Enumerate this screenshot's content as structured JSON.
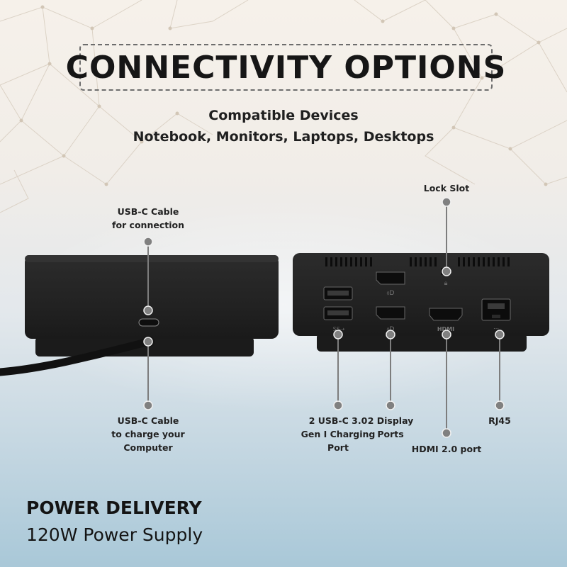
{
  "title": "CONNECTIVITY OPTIONS",
  "subtitle": {
    "line1": "Compatible Devices",
    "line2": "Notebook, Monitors, Laptops, Desktops"
  },
  "callouts": {
    "usbc_connection": [
      "USB-C Cable",
      "for connection"
    ],
    "usbc_charge": [
      "USB-C Cable",
      "to charge your",
      "Computer"
    ],
    "lock_slot": "Lock Slot",
    "usbc_ports": [
      "2 USB-C 3.0",
      "Gen I Charging",
      "Port"
    ],
    "display_ports": [
      "2 Display",
      "Ports"
    ],
    "hdmi": "HDMI 2.0 port",
    "rj45": "RJ45"
  },
  "port_markings": {
    "hdmi": "HDMI"
  },
  "power": {
    "line1": "POWER DELIVERY",
    "line2": "120W Power Supply"
  },
  "colors": {
    "dock": "#232323",
    "callout_line": "#7d7d7d",
    "text": "#1f1f1f"
  }
}
